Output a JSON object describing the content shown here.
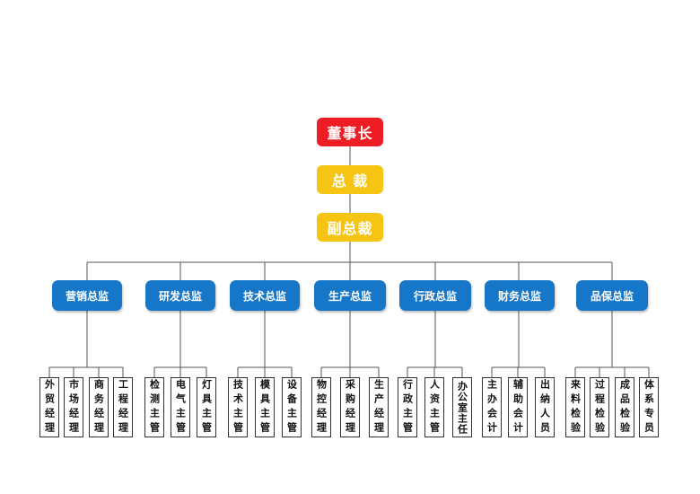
{
  "top": [
    {
      "label": "董事长",
      "color": "#ee1c24"
    },
    {
      "label": "总 裁",
      "color": "#f6c513"
    },
    {
      "label": "副总裁",
      "color": "#f6c513"
    }
  ],
  "departments": [
    {
      "label": "营销总监",
      "subs": [
        "外贸经理",
        "市场经理",
        "商务经理",
        "工程经理"
      ]
    },
    {
      "label": "研发总监",
      "subs": [
        "检测主管",
        "电气主管",
        "灯具主管"
      ]
    },
    {
      "label": "技术总监",
      "subs": [
        "技术主管",
        "模具主管",
        "设备主管"
      ]
    },
    {
      "label": "生产总监",
      "subs": [
        "物控经理",
        "采购经理",
        "生产经理"
      ]
    },
    {
      "label": "行政总监",
      "subs": [
        "行政主管",
        "人资主管",
        "办公室主任"
      ]
    },
    {
      "label": "财务总监",
      "subs": [
        "主办会计",
        "辅助会计",
        "出纳人员"
      ]
    },
    {
      "label": "品保总监",
      "subs": [
        "来料检验",
        "过程检验",
        "成品检验",
        "体系专员"
      ]
    }
  ],
  "colors": {
    "department": "#1677c9",
    "line": "#555555"
  }
}
